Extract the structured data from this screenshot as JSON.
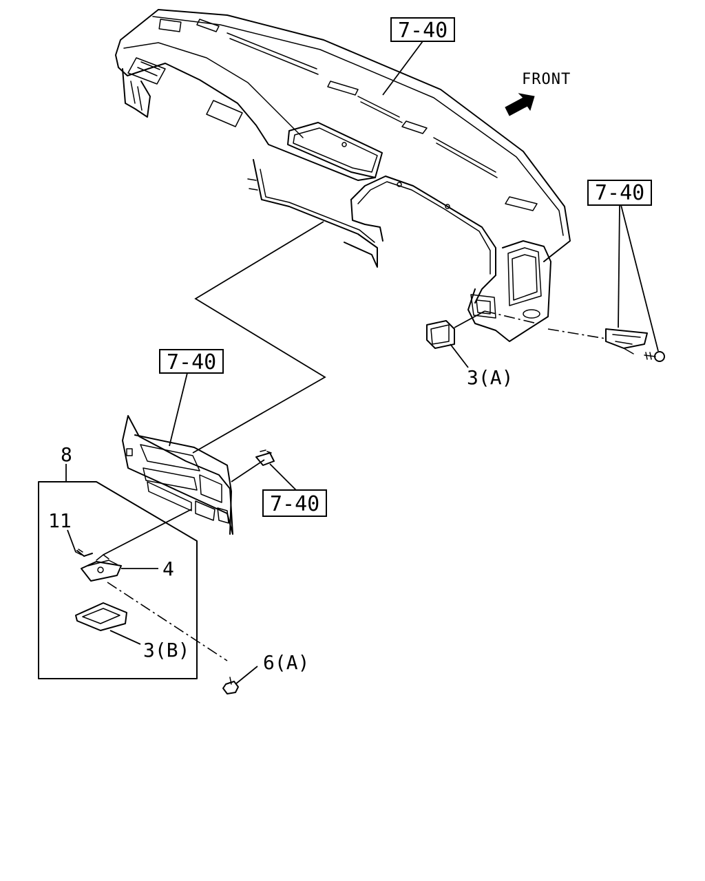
{
  "front_label": "FRONT",
  "references": {
    "ref_top": "7-40",
    "ref_right": "7-40",
    "ref_middle": "7-40",
    "ref_lower": "7-40"
  },
  "callouts": {
    "part_3a": "3(A)",
    "part_8": "8",
    "part_11": "11",
    "part_4": "4",
    "part_3b": "3(B)",
    "part_6a": "6(A)"
  }
}
